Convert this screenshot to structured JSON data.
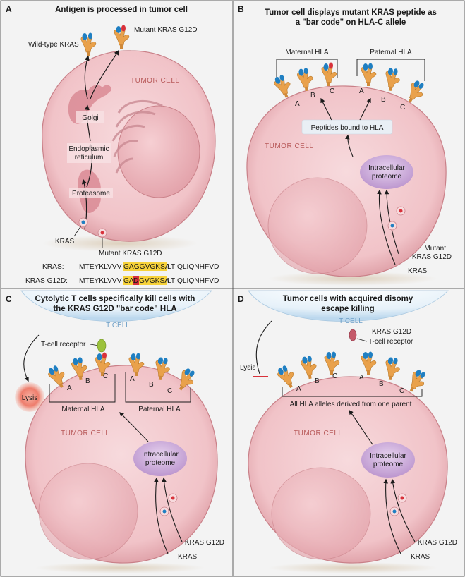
{
  "panels": {
    "a": {
      "letter": "A",
      "title": "Antigen is processed in tumor cell",
      "tumor_cell": "TUMOR CELL",
      "wild_type": "Wild-type KRAS",
      "mutant": "Mutant KRAS G12D",
      "golgi": "Golgi",
      "er_line1": "Endoplasmic",
      "er_line2": "reticulum",
      "proteasome": "Proteasome",
      "kras": "KRAS",
      "mutant_bottom": "Mutant KRAS G12D",
      "seq_kras_label": "KRAS:",
      "seq_kras_pre": "MTEYKLVVV",
      "seq_kras_hl": "GAGGVGKSA",
      "seq_kras_post": "LTIQLIQNHFVD",
      "seq_g12d_label": "KRAS G12D:",
      "seq_g12d_pre": "MTEYKLVVV",
      "seq_g12d_hl1": "GA",
      "seq_g12d_mut": "D",
      "seq_g12d_hl2": "GVGKSA",
      "seq_g12d_post": "LTIQLIQNHFVD"
    },
    "b": {
      "letter": "B",
      "title_line1": "Tumor cell displays mutant KRAS peptide as",
      "title_line2": "a \"bar code\" on HLA-C allele",
      "maternal": "Maternal HLA",
      "paternal": "Paternal HLA",
      "allele_a": "A",
      "allele_b": "B",
      "allele_c": "C",
      "peptides": "Peptides bound to HLA",
      "tumor_cell": "TUMOR CELL",
      "proteome_line1": "Intracellular",
      "proteome_line2": "proteome",
      "mutant_line1": "Mutant",
      "mutant_line2": "KRAS G12D",
      "kras": "KRAS"
    },
    "c": {
      "letter": "C",
      "title_line1": "Cytolytic T cells specifically kill cells with",
      "title_line2": "the KRAS G12D \"bar code\" HLA",
      "t_cell": "T CELL",
      "tcr": "T-cell receptor",
      "lysis": "Lysis",
      "maternal": "Maternal HLA",
      "paternal": "Paternal HLA",
      "allele_a": "A",
      "allele_b": "B",
      "allele_c": "C",
      "tumor_cell": "TUMOR CELL",
      "proteome_line1": "Intracellular",
      "proteome_line2": "proteome",
      "g12d": "KRAS G12D",
      "kras": "KRAS"
    },
    "d": {
      "letter": "D",
      "title_line1": "Tumor cells with acquired disomy",
      "title_line2": "escape killing",
      "t_cell": "T CELL",
      "g12d_top": "KRAS G12D",
      "tcr": "T-cell receptor",
      "lysis": "Lysis",
      "allele_a": "A",
      "allele_b": "B",
      "allele_c": "C",
      "all_hla": "All HLA alleles derived from one parent",
      "tumor_cell": "TUMOR CELL",
      "proteome_line1": "Intracellular",
      "proteome_line2": "proteome",
      "g12d": "KRAS G12D",
      "kras": "KRAS"
    }
  },
  "colors": {
    "cell": "#f3c9cd",
    "cell_edge": "#c98088",
    "highlight": "#f7d23a",
    "mutant_red": "#d8313a",
    "hla_blue": "#1f7fc2",
    "hla_orange": "#e9a14b",
    "proteome": "#c9a6d6",
    "tcell": "#cfe4f3"
  }
}
